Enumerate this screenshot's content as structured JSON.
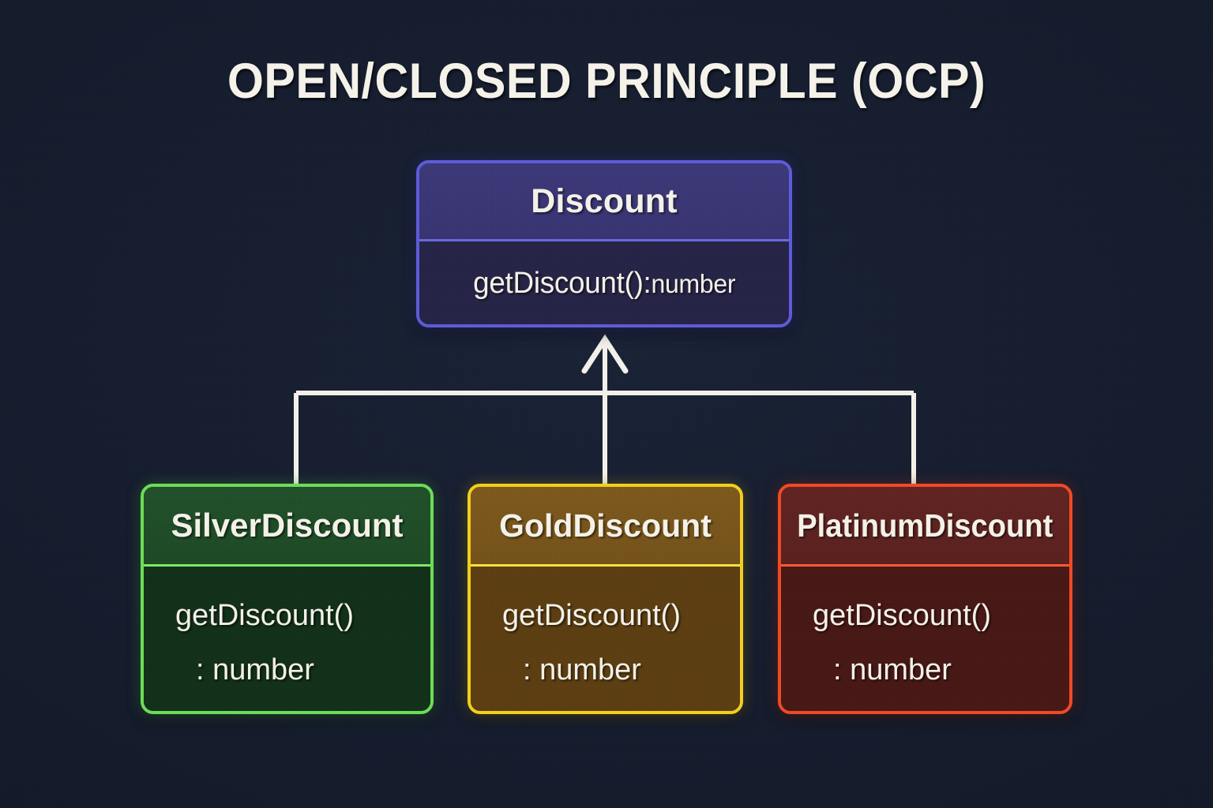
{
  "diagram": {
    "title": "OPEN/CLOSED PRINCIPLE (OCP)",
    "background_color": "#141c2e",
    "connector_color": "#f2f0e8",
    "relationship": "inheritance"
  },
  "base_class": {
    "name": "Discount",
    "method_name": "getDiscount():",
    "method_return": "number",
    "border_color": "#5d5bd8",
    "header_color": "#3d3878",
    "body_color": "#262446"
  },
  "subclasses": [
    {
      "name": "SilverDiscount",
      "method_line1": "getDiscount()",
      "method_line2": ": number",
      "border_color": "#6ddc57",
      "header_color": "#21502a",
      "body_color": "#12301a"
    },
    {
      "name": "GoldDiscount",
      "method_line1": "getDiscount()",
      "method_line2": ": number",
      "border_color": "#f2cf1d",
      "header_color": "#7c591d",
      "body_color": "#5c3e12"
    },
    {
      "name": "PlatinumDiscount",
      "method_line1": "getDiscount()",
      "method_line2": ": number",
      "border_color": "#ef4a25",
      "header_color": "#612422",
      "body_color": "#471816"
    }
  ]
}
